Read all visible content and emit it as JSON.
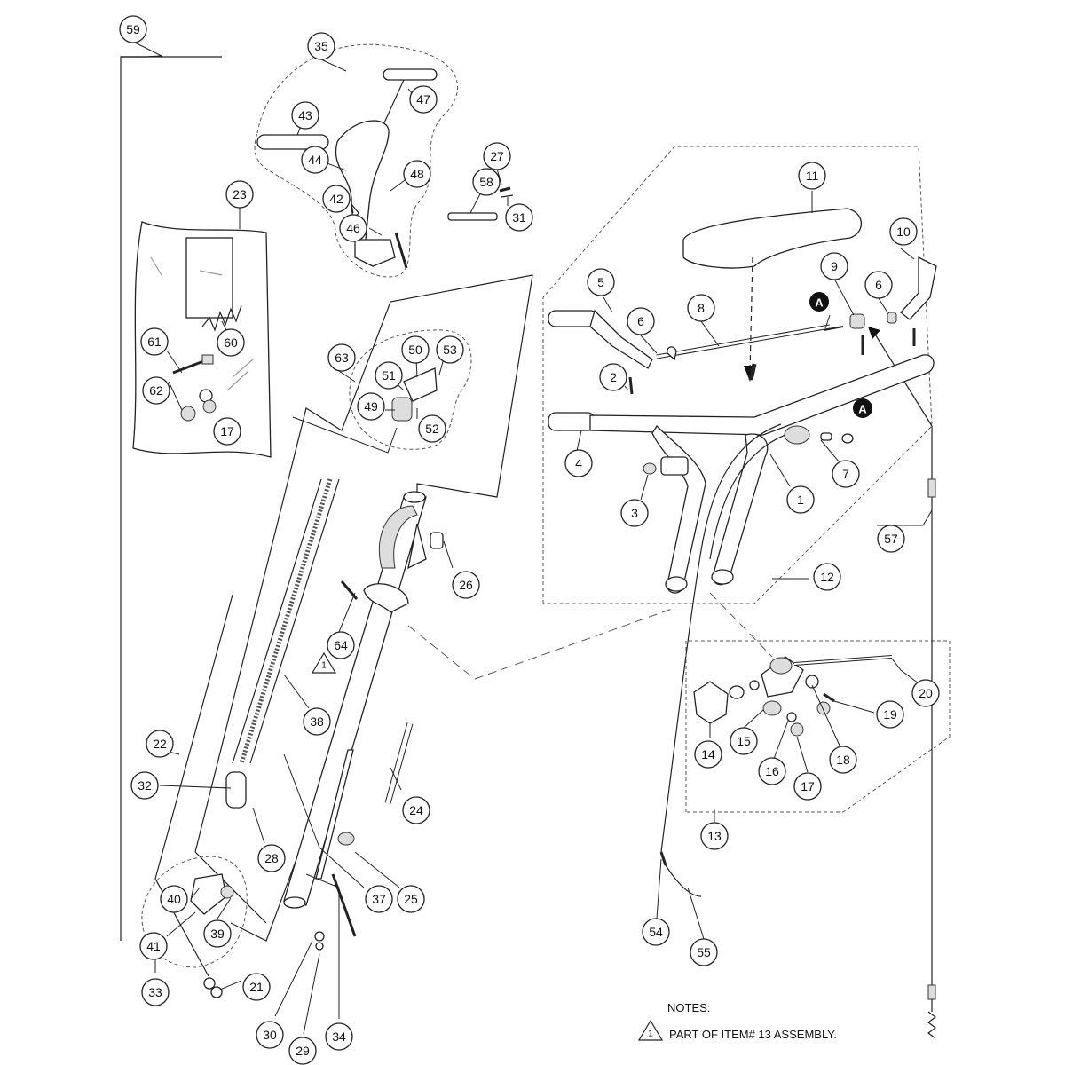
{
  "callouts": [
    "59",
    "35",
    "43",
    "47",
    "44",
    "48",
    "42",
    "46",
    "27",
    "58",
    "31",
    "23",
    "61",
    "60",
    "62",
    "17",
    "63",
    "50",
    "53",
    "51",
    "49",
    "52",
    "26",
    "64",
    "38",
    "22",
    "32",
    "28",
    "40",
    "41",
    "39",
    "33",
    "21",
    "30",
    "29",
    "34",
    "37",
    "25",
    "24",
    "11",
    "10",
    "5",
    "6",
    "8",
    "9",
    "A",
    "2",
    "4",
    "3",
    "7",
    "1",
    "12",
    "57",
    "20",
    "19",
    "14",
    "15",
    "16",
    "18",
    "13",
    "54",
    "55"
  ],
  "markers": {
    "a_top": "A",
    "a_right": "A",
    "triangle": "1"
  },
  "notes": {
    "heading": "NOTES:",
    "item_number": "1",
    "item_text": "PART OF ITEM# 13 ASSEMBLY."
  }
}
